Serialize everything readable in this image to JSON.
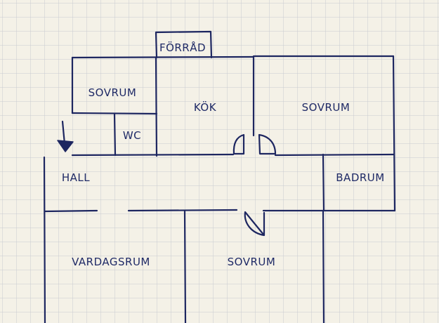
{
  "colors": {
    "paper": "#f4f1e7",
    "grid": "#c9cbd1",
    "ink": "#1d2660"
  },
  "plan": {
    "rooms": {
      "forrad": "FÖRRÅD",
      "sovrum_small": "SOVRUM",
      "wc": "WC",
      "kok": "KÖK",
      "sovrum_right": "SOVRUM",
      "hall": "HALL",
      "badrum": "BADRUM",
      "vardagsrum": "VARDAGSRUM",
      "sovrum_bottom": "SOVRUM"
    },
    "icons": {
      "entrance": "entrance-arrow-icon"
    }
  }
}
